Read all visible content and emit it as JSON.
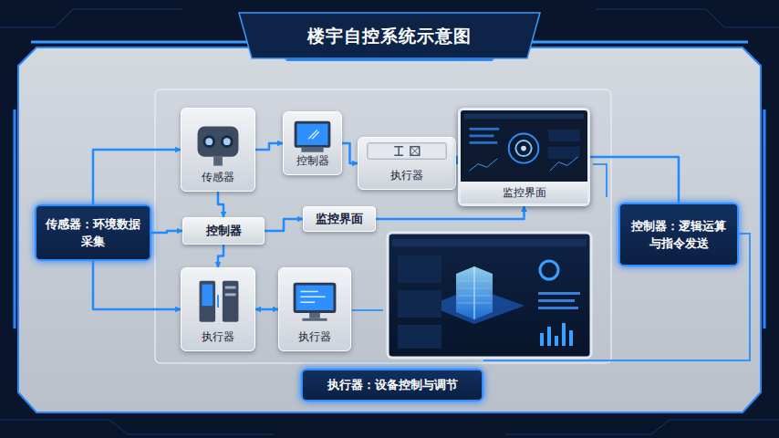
{
  "diagram": {
    "title": "楼宇自控系统示意图",
    "nodes": [
      {
        "text": [
          "传感器"
        ]
      },
      {
        "text": [
          "控制器"
        ]
      },
      {
        "text": [
          "执行器"
        ]
      },
      {
        "text": [
          "监控界面"
        ]
      },
      {
        "text": [
          "传感器：环境数据采集"
        ]
      },
      {
        "text": [
          "控制器"
        ]
      },
      {
        "text": [
          "监控界面"
        ]
      },
      {
        "text": [
          "控制器：逻辑运算与指令发送"
        ]
      },
      {
        "text": [
          "执行器"
        ]
      },
      {
        "text": [
          "执行器"
        ]
      },
      {
        "text": [
          "执行器：设备控制与调节"
        ]
      }
    ],
    "edges": [
      {
        "from": 4,
        "to": 0,
        "arrow": "to"
      },
      {
        "from": 4,
        "to": 5,
        "arrow": "to"
      },
      {
        "from": 4,
        "to": 8,
        "arrow": "to"
      },
      {
        "from": 0,
        "to": 1,
        "arrow": "to"
      },
      {
        "from": 1,
        "to": 2,
        "arrow": "to"
      },
      {
        "from": 2,
        "to": 3,
        "arrow": "to"
      },
      {
        "from": 0,
        "to": 5,
        "arrow": "to"
      },
      {
        "from": 5,
        "to": 8,
        "arrow": "to"
      },
      {
        "from": 5,
        "to": 6,
        "arrow": "to"
      },
      {
        "from": 6,
        "to": 3,
        "arrow": "to"
      },
      {
        "from": 8,
        "to": 9,
        "arrow": "both"
      },
      {
        "from": 3,
        "to": 7,
        "arrow": "none"
      }
    ]
  }
}
